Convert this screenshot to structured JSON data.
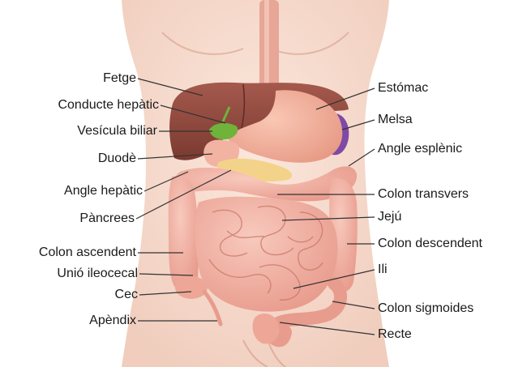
{
  "diagram": {
    "labels_left": [
      {
        "id": "fetge",
        "text": "Fetge"
      },
      {
        "id": "conducte",
        "text": "Conducte hepàtic"
      },
      {
        "id": "vesicula",
        "text": "Vesícula biliar"
      },
      {
        "id": "duode",
        "text": "Duodè"
      },
      {
        "id": "angle-hep",
        "text": "Angle hepàtic"
      },
      {
        "id": "pancrees",
        "text": "Pàncrees"
      },
      {
        "id": "colon-asc",
        "text": "Colon ascendent"
      },
      {
        "id": "unio",
        "text": "Unió ileocecal"
      },
      {
        "id": "cec",
        "text": "Cec"
      },
      {
        "id": "apendix",
        "text": "Apèndix"
      }
    ],
    "labels_right": [
      {
        "id": "estomac",
        "text": "Estómac"
      },
      {
        "id": "melsa",
        "text": "Melsa"
      },
      {
        "id": "angle-esp",
        "text": "Angle esplènic"
      },
      {
        "id": "colon-trans",
        "text": "Colon transvers"
      },
      {
        "id": "jeju",
        "text": "Jejú"
      },
      {
        "id": "colon-desc",
        "text": "Colon descendent"
      },
      {
        "id": "ili",
        "text": "Ili"
      },
      {
        "id": "colon-sig",
        "text": "Colon sigmoides"
      },
      {
        "id": "recte",
        "text": "Recte"
      }
    ]
  }
}
